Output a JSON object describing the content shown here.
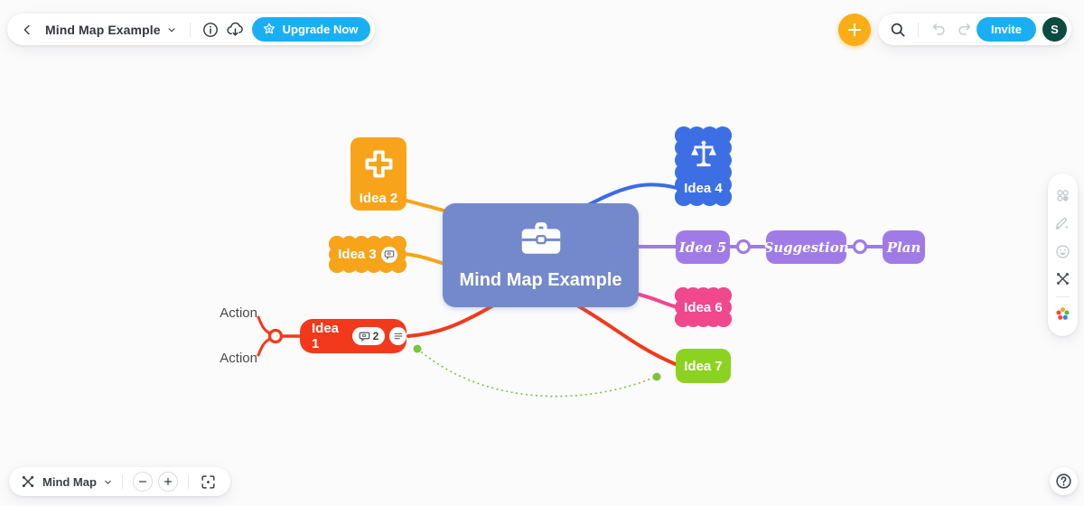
{
  "header": {
    "title": "Mind Map Example",
    "upgrade_label": "Upgrade Now",
    "invite_label": "Invite",
    "avatar_initial": "S"
  },
  "bottom_bar": {
    "mode_label": "Mind Map"
  },
  "map": {
    "central": {
      "label": "Mind Map Example"
    },
    "nodes": {
      "idea1": {
        "label": "Idea 1",
        "comment_count": "2"
      },
      "idea2": {
        "label": "Idea 2"
      },
      "idea3": {
        "label": "Idea 3"
      },
      "idea4": {
        "label": "Idea 4"
      },
      "idea5": {
        "label": "Idea 5"
      },
      "suggestion": {
        "label": "Suggestion"
      },
      "plan": {
        "label": "Plan"
      },
      "idea6": {
        "label": "Idea 6"
      },
      "idea7": {
        "label": "Idea 7"
      }
    },
    "action_top": "Action",
    "action_bottom": "Action"
  },
  "colors": {
    "accent_blue": "#1AAFF4",
    "add_orange": "#FBAD18",
    "avatar_green": "#0C4B41",
    "central_node": "#7489CB",
    "orange_node": "#F7A41B",
    "blue_node": "#3D6FE4",
    "purple_node": "#A07BE8",
    "pink_node": "#F0478D",
    "green_node": "#8CD220",
    "red_node": "#F2391B",
    "relation_green": "#7CC43B"
  }
}
